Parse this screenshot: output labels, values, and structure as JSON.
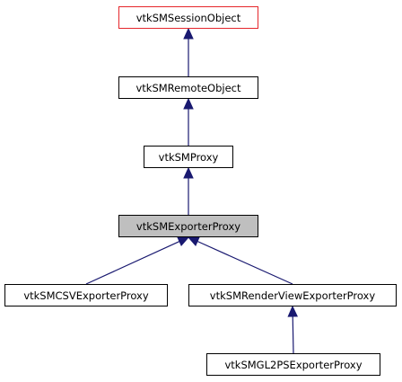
{
  "diagram": {
    "colors": {
      "edge": "#191970",
      "root_border": "#e5262b",
      "current_fill": "#bfbfbf",
      "border": "#000000"
    },
    "nodes": {
      "session": {
        "label": "vtkSMSessionObject"
      },
      "remote": {
        "label": "vtkSMRemoteObject"
      },
      "proxy": {
        "label": "vtkSMProxy"
      },
      "exporter": {
        "label": "vtkSMExporterProxy"
      },
      "csv": {
        "label": "vtkSMCSVExporterProxy"
      },
      "render": {
        "label": "vtkSMRenderViewExporterProxy"
      },
      "gl2ps": {
        "label": "vtkSMGL2PSExporterProxy"
      }
    },
    "edges": [
      {
        "from": "remote",
        "to": "session"
      },
      {
        "from": "proxy",
        "to": "remote"
      },
      {
        "from": "exporter",
        "to": "proxy"
      },
      {
        "from": "csv",
        "to": "exporter"
      },
      {
        "from": "render",
        "to": "exporter"
      },
      {
        "from": "gl2ps",
        "to": "render"
      }
    ]
  }
}
